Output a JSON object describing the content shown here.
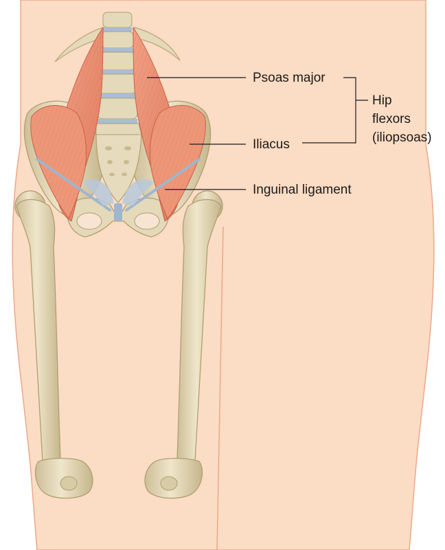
{
  "labels": {
    "psoas_major": "Psoas major",
    "iliacus": "Iliacus",
    "inguinal_ligament": "Inguinal ligament",
    "hip_flexors_line1": "Hip",
    "hip_flexors_line2": "flexors",
    "hip_flexors_line3": "(iliopsoas)"
  },
  "colors": {
    "skin": "#fbdcc4",
    "skin_outline": "#e9a98a",
    "bone": "#e4d9b9",
    "bone_shadow": "#c8b98f",
    "muscle": "#e98b6d",
    "muscle_light": "#f2a88c",
    "ligament": "#9eb6cf",
    "disc": "#a9bdd3",
    "leader_line": "#1a1a1a"
  }
}
